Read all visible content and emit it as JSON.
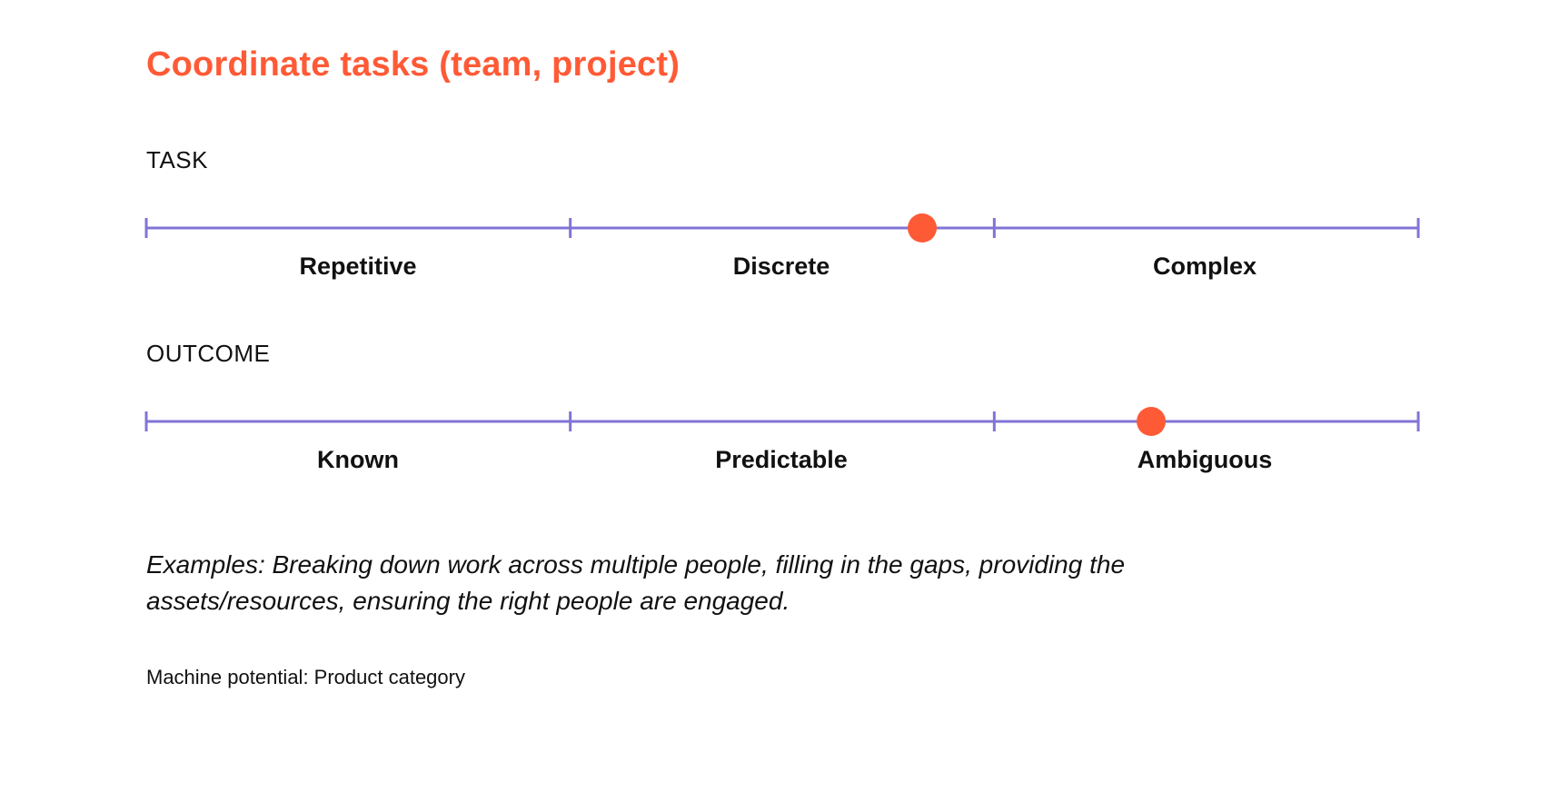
{
  "title": "Coordinate tasks (team, project)",
  "colors": {
    "accent": "#ff5a36",
    "scale_line": "#8174d6",
    "text": "#111111"
  },
  "scales": [
    {
      "heading": "TASK",
      "segments": [
        "Repetitive",
        "Discrete",
        "Complex"
      ],
      "marker_value": 0.61
    },
    {
      "heading": "OUTCOME",
      "segments": [
        "Known",
        "Predictable",
        "Ambiguous"
      ],
      "marker_value": 0.79
    }
  ],
  "examples_text": "Examples: Breaking down work across multiple people, filling in the gaps, providing the assets/resources, ensuring the right people are engaged.",
  "machine_potential": "Machine potential: Product category"
}
